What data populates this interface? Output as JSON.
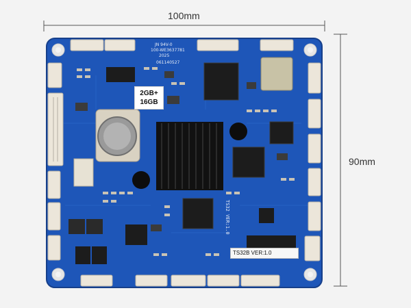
{
  "dimensions": {
    "width_label": "100mm",
    "height_label": "90mm"
  },
  "board": {
    "memory_label_line1": "2GB+",
    "memory_label_line2": "16GB",
    "model_label": "TS32B VER:1.0",
    "side_text": "TS32 VER:1.0",
    "silkscreen_line1": "JN 94V-0",
    "silkscreen_line2": "100-WE3637781",
    "silkscreen_line3": "2025",
    "date_code": "061140527"
  },
  "colors": {
    "background": "#f3f3f3",
    "pcb": "#1e56b8",
    "heatsink": "#111111",
    "connector": "#ece6da"
  }
}
